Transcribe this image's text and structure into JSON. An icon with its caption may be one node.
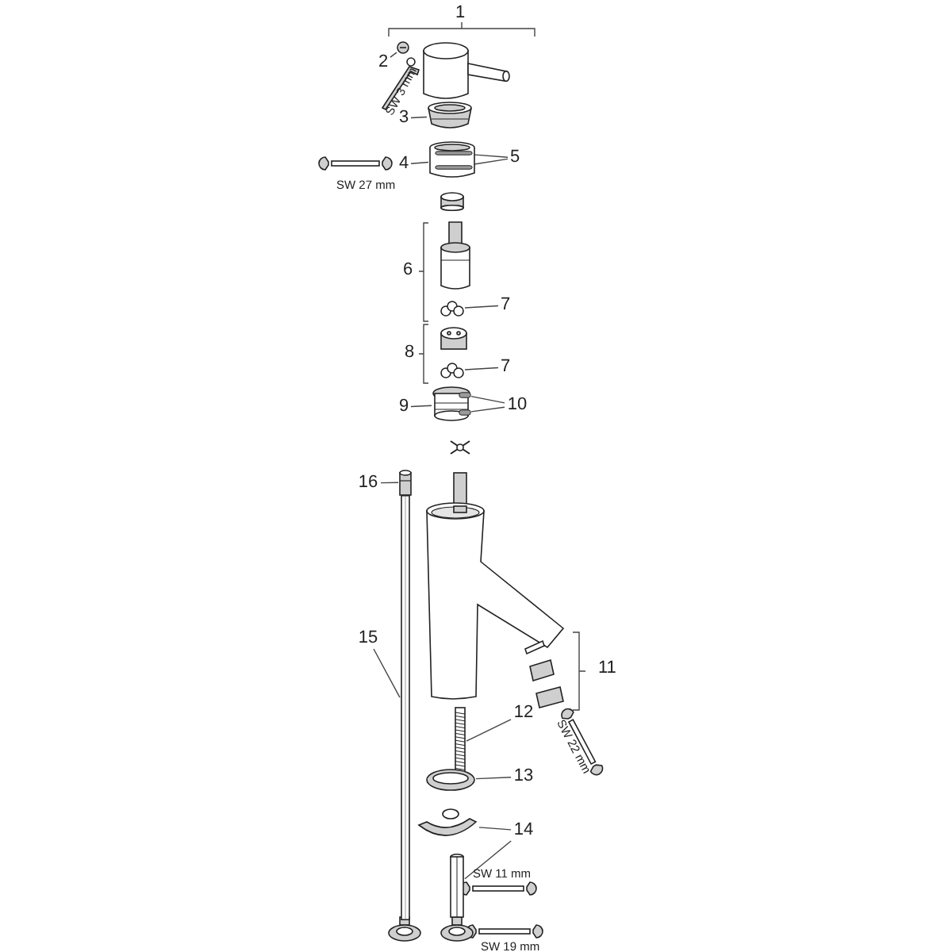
{
  "diagram": {
    "nodes": [
      {
        "text": [
          "2"
        ]
      },
      {
        "text": [],
        "shape": "picture"
      },
      {
        "text": [
          "3"
        ]
      },
      {
        "text": [],
        "shape": "picture"
      },
      {
        "text": [
          "4"
        ]
      },
      {
        "text": [],
        "shape": "picture"
      },
      {
        "text": [
          "5"
        ]
      },
      {
        "text": [],
        "shape": "bar",
        "in": 5
      },
      {
        "text": [],
        "shape": "bar",
        "in": 5
      },
      {
        "text": [
          "7"
        ]
      },
      {
        "text": [],
        "shape": "picture"
      },
      {
        "text": [
          "7"
        ]
      },
      {
        "text": [],
        "shape": "picture"
      },
      {
        "text": [
          "9"
        ]
      },
      {
        "text": [],
        "shape": "picture"
      },
      {
        "text": [
          "10"
        ]
      },
      {
        "text": [],
        "shape": "bar"
      },
      {
        "text": [],
        "shape": "bar"
      },
      {
        "text": [
          "16"
        ]
      },
      {
        "text": [],
        "shape": "picture"
      },
      {
        "text": [
          "15"
        ]
      },
      {
        "text": [],
        "shape": "bar"
      },
      {
        "text": [
          "12"
        ]
      },
      {
        "text": [],
        "shape": "picture"
      },
      {
        "text": [
          "13"
        ]
      },
      {
        "text": [],
        "shape": "picture"
      },
      {
        "text": [
          "14"
        ]
      },
      {
        "text": [],
        "shape": "picture"
      },
      {
        "text": [],
        "shape": "picture"
      }
    ],
    "edges": [
      {
        "from": 0,
        "to": 1,
        "arrow": "none"
      },
      {
        "from": 2,
        "to": 3,
        "arrow": "none"
      },
      {
        "from": 4,
        "to": 5,
        "arrow": "none"
      },
      {
        "from": 6,
        "to": 7,
        "arrow": "none"
      },
      {
        "from": 6,
        "to": 8,
        "arrow": "none"
      },
      {
        "from": 9,
        "to": 10,
        "arrow": "none"
      },
      {
        "from": 11,
        "to": 12,
        "arrow": "none"
      },
      {
        "from": 13,
        "to": 14,
        "arrow": "none"
      },
      {
        "from": 15,
        "to": 16,
        "arrow": "none"
      },
      {
        "from": 15,
        "to": 17,
        "arrow": "none"
      },
      {
        "from": 18,
        "to": 19,
        "arrow": "none"
      },
      {
        "from": 20,
        "to": 21,
        "arrow": "none"
      },
      {
        "from": 22,
        "to": 23,
        "arrow": "none"
      },
      {
        "from": 24,
        "to": 25,
        "arrow": "none"
      },
      {
        "from": 26,
        "to": 27,
        "arrow": "none"
      },
      {
        "from": 26,
        "to": 28,
        "arrow": "none"
      }
    ],
    "labels": [
      "1",
      "SW 3 mm",
      "SW 27 mm",
      "6",
      "8",
      "11",
      "SW 22 mm",
      "SW 11 mm",
      "SW 19 mm"
    ]
  }
}
